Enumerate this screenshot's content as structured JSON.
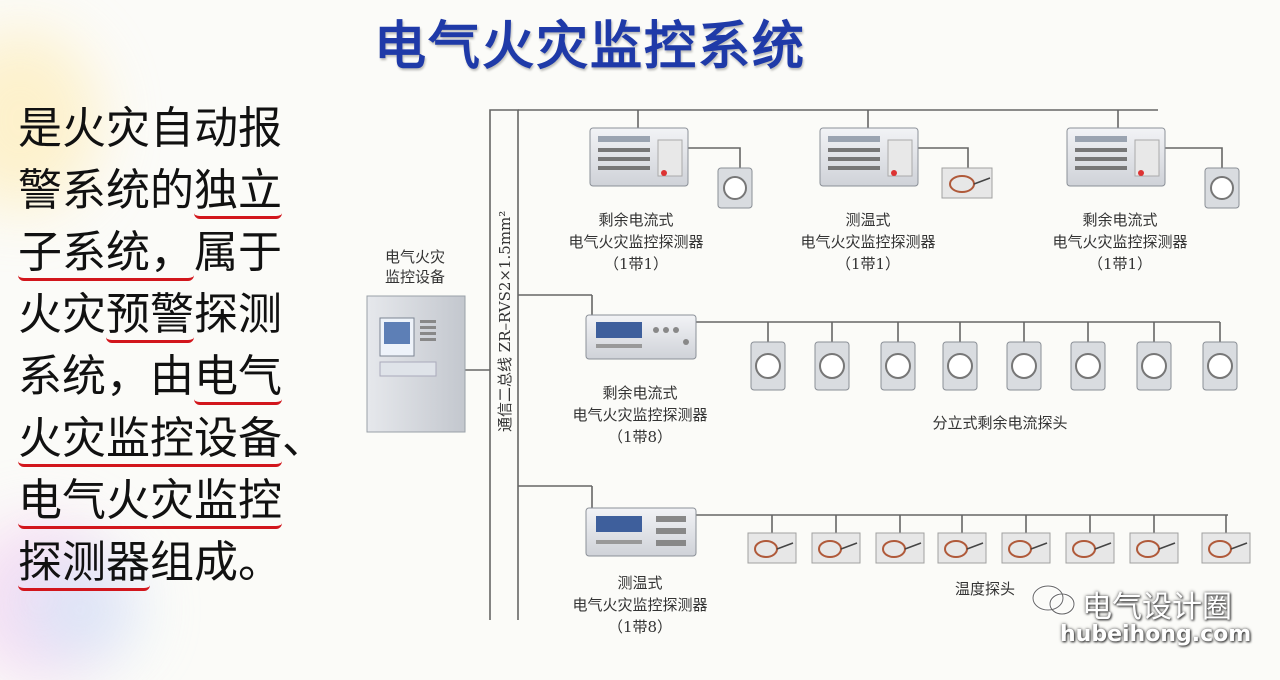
{
  "title": "电气火灾监控系统",
  "description_lines": [
    {
      "parts": [
        {
          "t": "是火灾自动报",
          "u": false
        }
      ]
    },
    {
      "parts": [
        {
          "t": "警系统的",
          "u": false
        },
        {
          "t": "独立",
          "u": true
        }
      ]
    },
    {
      "parts": [
        {
          "t": "子系统，",
          "u": true
        },
        {
          "t": "属于",
          "u": false
        }
      ]
    },
    {
      "parts": [
        {
          "t": "火灾",
          "u": false
        },
        {
          "t": "预警",
          "u": true
        },
        {
          "t": "探测",
          "u": false
        }
      ]
    },
    {
      "parts": [
        {
          "t": "系统，由",
          "u": false
        },
        {
          "t": "电气",
          "u": true
        }
      ]
    },
    {
      "parts": [
        {
          "t": "火灾监控设备",
          "u": true
        },
        {
          "t": "、",
          "u": false
        }
      ]
    },
    {
      "parts": [
        {
          "t": "电气火灾监控",
          "u": true
        }
      ]
    },
    {
      "parts": [
        {
          "t": "探测器",
          "u": true
        },
        {
          "t": "组成。",
          "u": false
        }
      ]
    }
  ],
  "diagram": {
    "monitor_device_label": [
      "电气火灾",
      "监控设备"
    ],
    "bus_label": "通信二总线 ZR–RVS2×1.5mm²",
    "top_detectors": [
      {
        "label": [
          "剩余电流式",
          "电气火灾监控探测器",
          "（1带1）"
        ],
        "sensor": "ring"
      },
      {
        "label": [
          "测温式",
          "电气火灾监控探测器",
          "（1带1）"
        ],
        "sensor": "probe"
      },
      {
        "label": [
          "剩余电流式",
          "电气火灾监控探测器",
          "（1带1）"
        ],
        "sensor": "ring"
      }
    ],
    "mid_detector": {
      "label": [
        "剩余电流式",
        "电气火灾监控探测器",
        "（1带8）"
      ]
    },
    "mid_sensor_label": "分立式剩余电流探头",
    "bottom_detector": {
      "label": [
        "测温式",
        "电气火灾监控探测器",
        "（1带8）"
      ]
    },
    "bottom_sensor_label": "温度探头"
  },
  "watermark": {
    "name": "电气设计圈",
    "site": "hubeihong.com"
  },
  "colors": {
    "title": "#1f3aa8",
    "underline": "#d2161c",
    "line": "#666666"
  }
}
